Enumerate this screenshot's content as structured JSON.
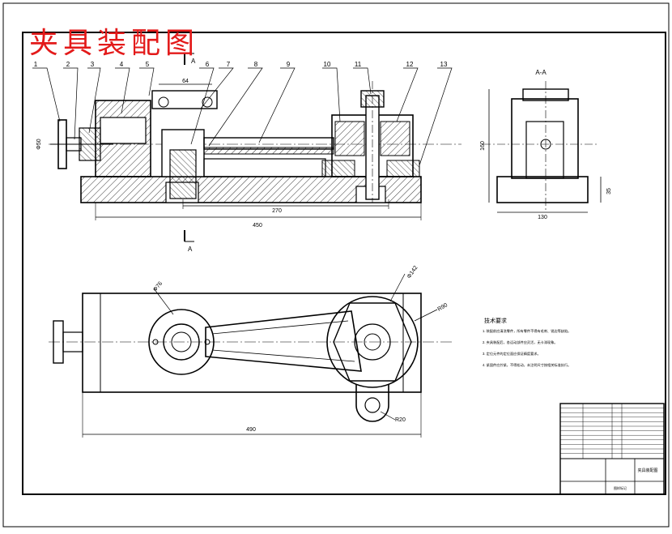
{
  "title": "夹具装配图",
  "part_numbers": [
    "1",
    "2",
    "3",
    "4",
    "5",
    "6",
    "7",
    "8",
    "9",
    "10",
    "11",
    "12",
    "13"
  ],
  "section_label": "A-A",
  "section_marks": {
    "top": "A",
    "bottom": "A"
  },
  "dimensions": {
    "d_left_knob": "Φ50",
    "w_top": "64",
    "l_270": "270",
    "l_450": "450",
    "h_160": "160",
    "w_130": "130",
    "h_35": "35",
    "l_490": "490",
    "d_r76": "Φ76",
    "d_142": "Φ142",
    "d_r90": "R90",
    "r_20": "R20"
  },
  "notes_title": "技术要求",
  "notes": [
    "1. 装配前应清洗零件，所有零件不得有毛刺、锐边等缺陷。",
    "2. 夹具装配后，各运动部件应灵活，无卡滞现象。",
    "3. 定位元件的定位面应保证精度要求。",
    "4. 紧固件应拧紧，不得松动，未注明尺寸按相关标准执行。"
  ],
  "title_block": {
    "drawing_name": "夹具装配图",
    "sheet_info": "图样标记"
  },
  "colors": {
    "title": "#e31a1a",
    "line": "#000000",
    "hatch": "#000000"
  }
}
